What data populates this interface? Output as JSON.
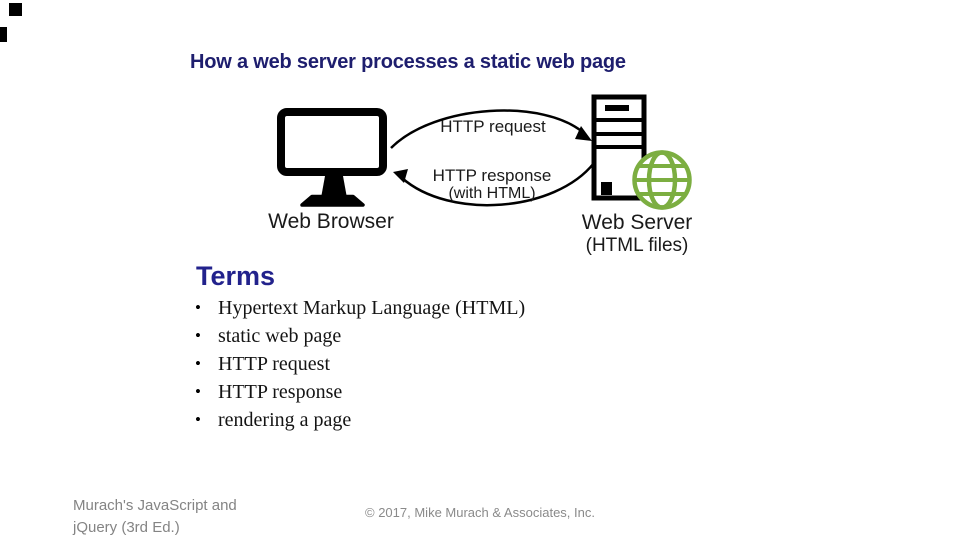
{
  "slide": {
    "title": "How a web server processes a static web page",
    "terms_heading": "Terms",
    "bullet_glyph": "•",
    "terms": [
      "Hypertext Markup Language (HTML)",
      "static web page",
      "HTTP request",
      "HTTP response",
      "rendering a page"
    ],
    "diagram": {
      "browser_label": "Web Browser",
      "server_label": "Web Server",
      "server_sublabel": "(HTML files)",
      "request_label": "HTTP request",
      "response_label": "HTTP response",
      "response_sublabel": "(with HTML)"
    },
    "footer": {
      "book_line1": "Murach's JavaScript and",
      "book_line2": "jQuery (3rd Ed.)",
      "copyright": "© 2017, Mike Murach & Associates, Inc."
    },
    "colors": {
      "title_navy": "#1e1e6e",
      "heading_navy": "#22228c",
      "diagram_black": "#000000",
      "globe_green": "#7cae41",
      "footer_gray": "#848484"
    }
  }
}
